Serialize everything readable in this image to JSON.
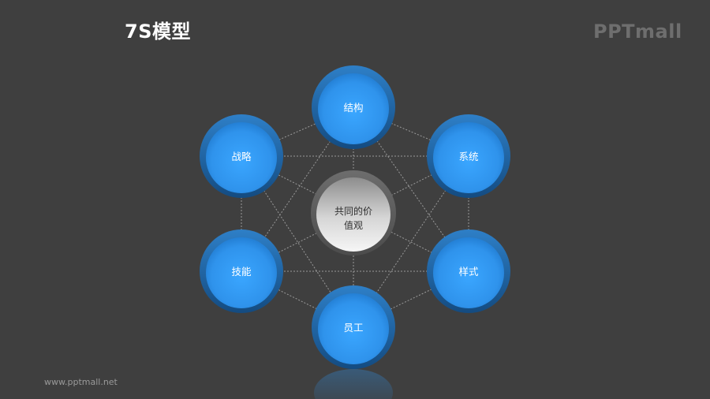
{
  "title": "7S模型",
  "logo_text": "PPTmall",
  "footer_url": "www.pptmall.net",
  "diagram": {
    "center": {
      "line1": "共同的价",
      "line2": "值观"
    },
    "nodes": [
      {
        "id": "structure",
        "label": "结构"
      },
      {
        "id": "systems",
        "label": "系统"
      },
      {
        "id": "style",
        "label": "样式"
      },
      {
        "id": "staff",
        "label": "员工"
      },
      {
        "id": "skills",
        "label": "技能"
      },
      {
        "id": "strategy",
        "label": "战略"
      }
    ]
  },
  "colors": {
    "background": "#3f3f3f",
    "node_blue": "#2e8fe0",
    "node_ring": "#1c5f9c",
    "connector": "#9a9a9a",
    "center_gray": "#bdbdbd"
  }
}
